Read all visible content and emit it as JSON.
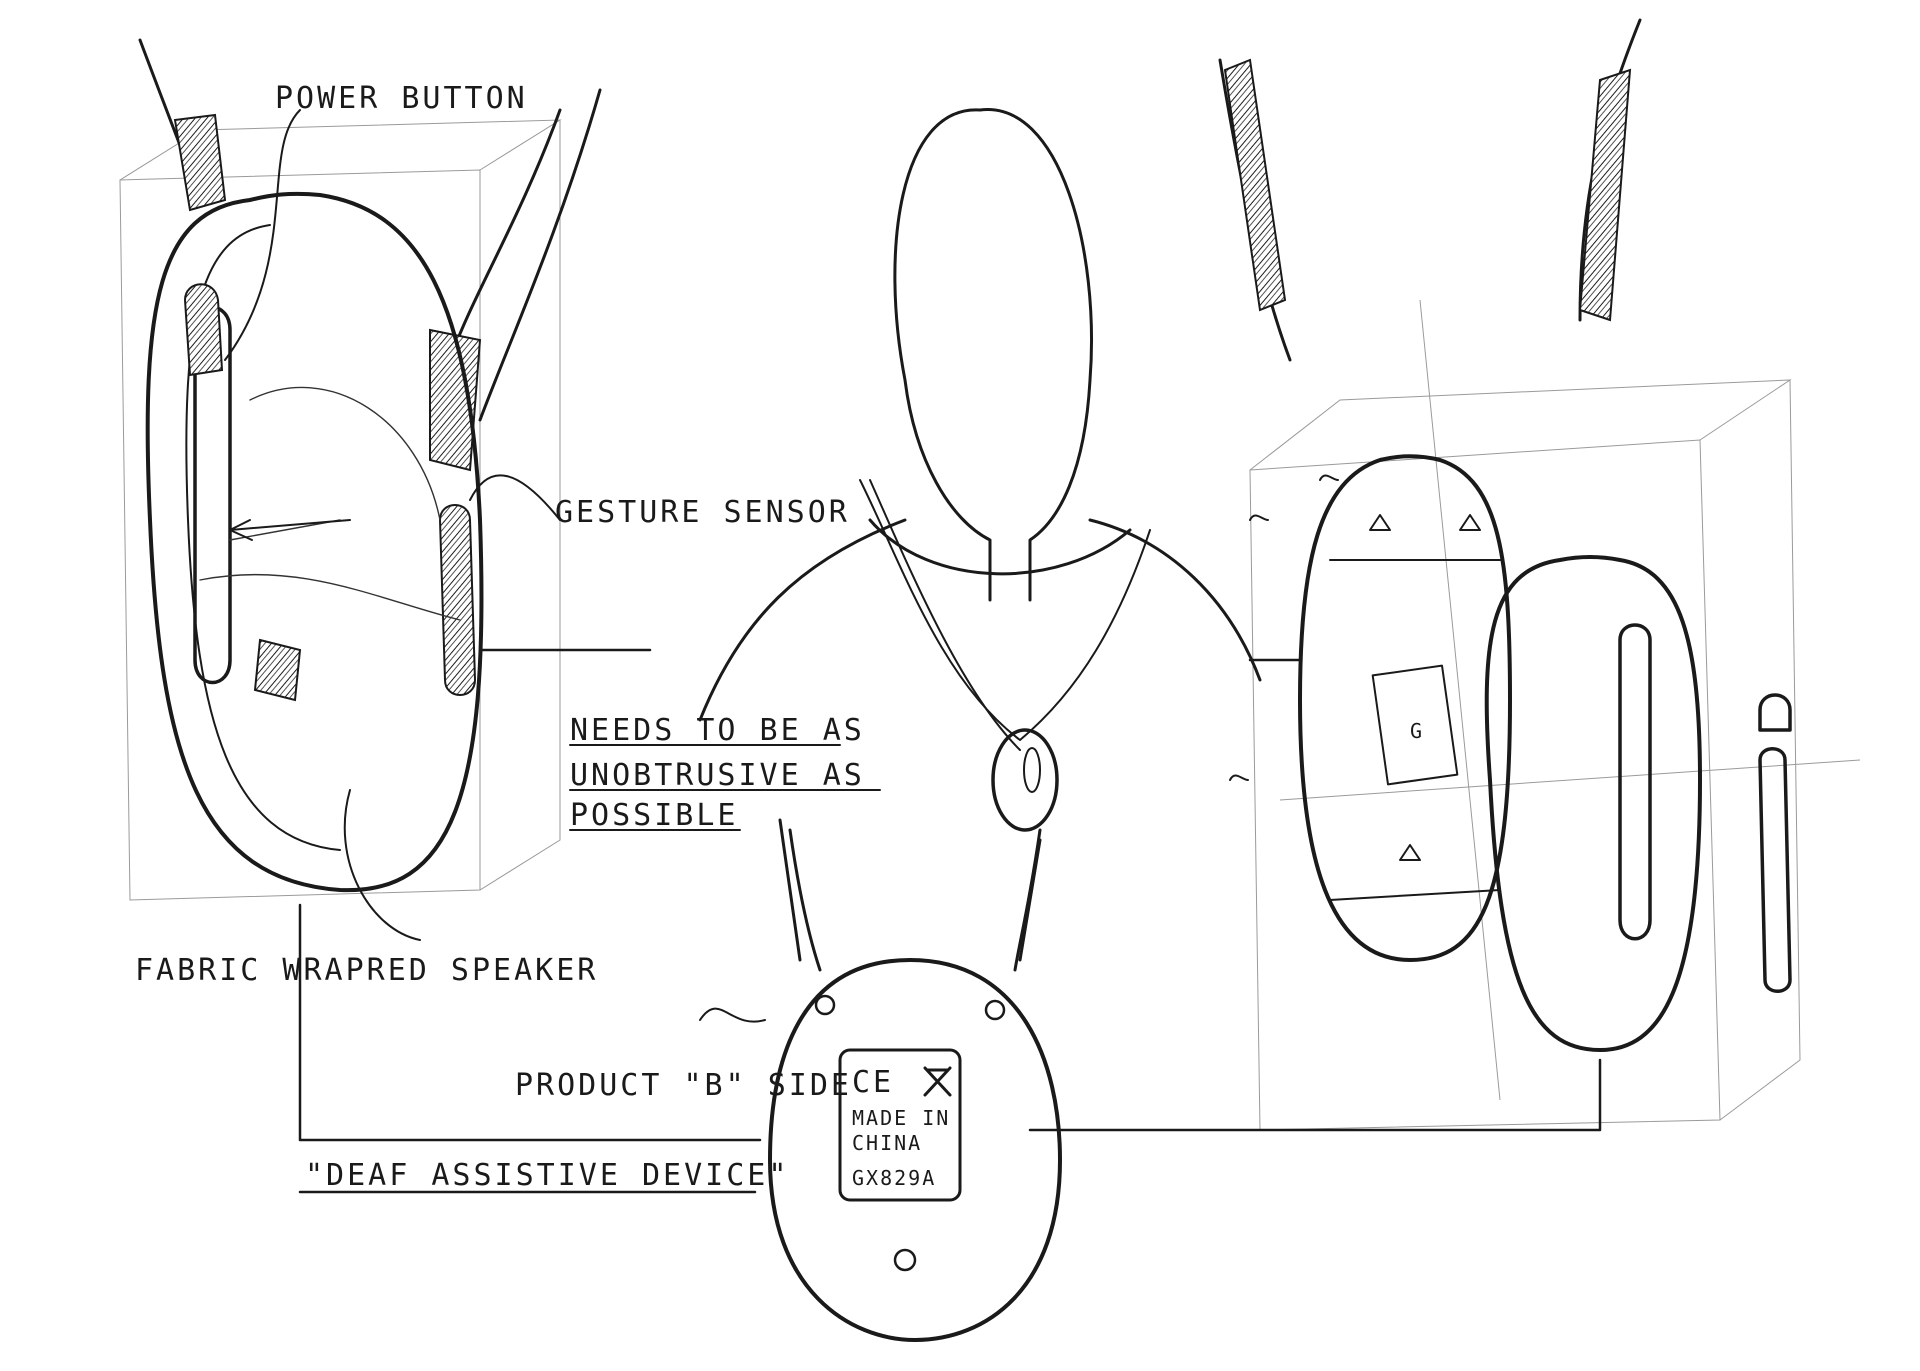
{
  "labels": {
    "power_button": "POWER BUTTON",
    "gesture_sensor": "GESTURE SENSOR",
    "fabric_speaker": "FABRIC WRAPRED SPEAKER",
    "note_line1": "NEEDS TO BE AS",
    "note_line2": "UNOBTRUSIVE AS",
    "note_line3": "POSSIBLE",
    "product_b_side": "PRODUCT \"B\" SIDE",
    "device_title": "\"DEAF ASSISTIVE DEVICE\""
  },
  "back_label": {
    "ce_mark": "CE",
    "line1": "MADE IN",
    "line2": "CHINA",
    "model": "GX829A"
  },
  "board_letter": "G"
}
